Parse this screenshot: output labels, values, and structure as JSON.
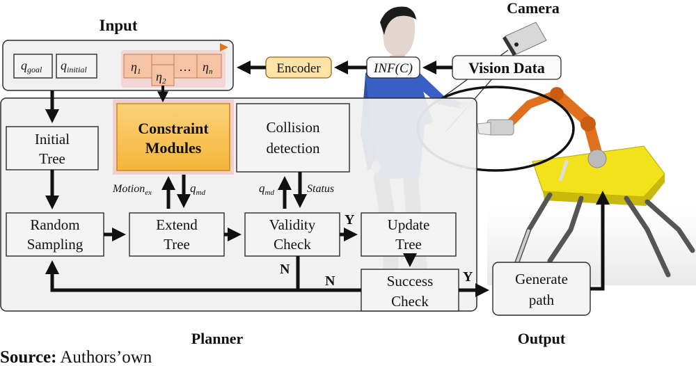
{
  "labels": {
    "input_title": "Input",
    "planner_title": "Planner",
    "output_title": "Output",
    "camera_title": "Camera",
    "q_goal_base": "q",
    "q_goal_sub": "goal",
    "q_initial_base": "q",
    "q_initial_sub": "initial",
    "eta1_base": "η",
    "eta1_sub": "1",
    "eta2_base": "η",
    "eta2_sub": "2",
    "ellipsis": "…",
    "etan_base": "η",
    "etan_sub": "n",
    "encoder": "Encoder",
    "inf_c": "INF(C)",
    "vision_data": "Vision Data",
    "constraint_line1": "Constraint",
    "constraint_line2": "Modules",
    "collision_line1": "Collision",
    "collision_line2": "detection",
    "initial_tree_line1": "Initial",
    "initial_tree_line2": "Tree",
    "random_line1": "Random",
    "random_line2": "Sampling",
    "extend_line1": "Extend",
    "extend_line2": "Tree",
    "validity_line1": "Validity",
    "validity_line2": "Check",
    "update_line1": "Update",
    "update_line2": "Tree",
    "success_line1": "Success",
    "success_line2": "Check",
    "generate_line1": "Generate",
    "generate_line2": "path",
    "motion_base": "Motion",
    "motion_sub": "ex",
    "qmd_base": "q",
    "qmd_sub": "md",
    "status": "Status",
    "yes": "Y",
    "no": "N",
    "source_bold": "Source:",
    "source_text": " Authors’own"
  },
  "colors": {
    "constraint_fill": "#f7c55a",
    "constraint_glow": "#f3b3b3",
    "eta_fill": "#f6c3a4",
    "encoder_fill": "#fde4a6",
    "robot_orange": "#e0701e",
    "robot_yellow": "#f2e21c",
    "shirt_blue": "#3a5fc4"
  }
}
